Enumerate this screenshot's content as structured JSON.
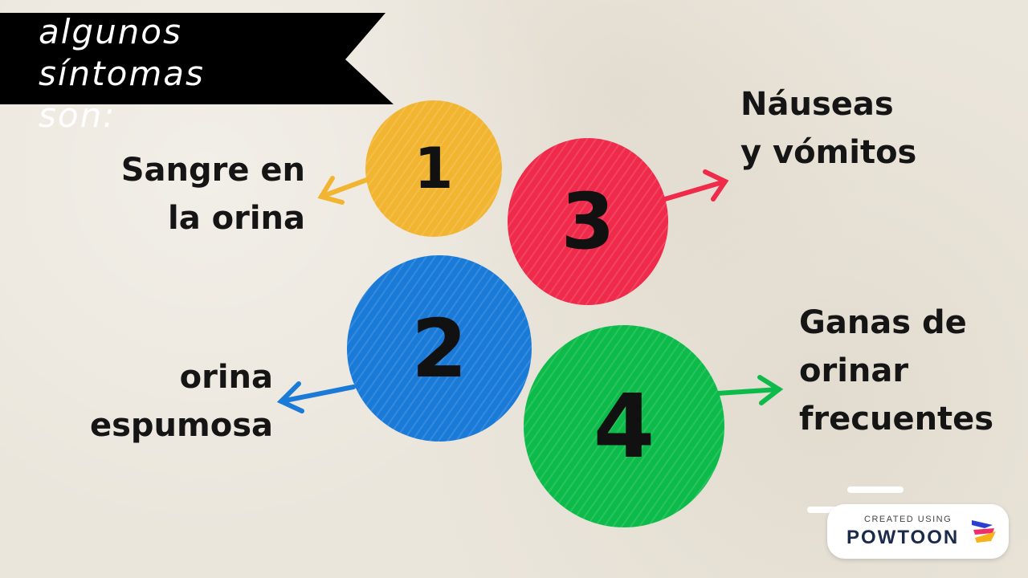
{
  "banner": {
    "line1": "algunos síntomas",
    "line2": "son:"
  },
  "symptoms": [
    {
      "number": "1",
      "label_line1": "Sangre en",
      "label_line2": "la orina",
      "color": "#f2b531"
    },
    {
      "number": "2",
      "label_line1": "orina",
      "label_line2": "espumosa",
      "color": "#1a7ad8"
    },
    {
      "number": "3",
      "label_line1": "Náuseas",
      "label_line2": "y vómitos",
      "color": "#ef2a4a"
    },
    {
      "number": "4",
      "label_line1": "Ganas de",
      "label_line2": "orinar",
      "label_line3": "frecuentes",
      "color": "#0cbb4a"
    }
  ],
  "badge": {
    "small": "CREATED USING",
    "brand": "POWTOON"
  },
  "icons": {
    "brand_logo": "powtoon-logo-icon",
    "arrow": "arrow-icon"
  }
}
